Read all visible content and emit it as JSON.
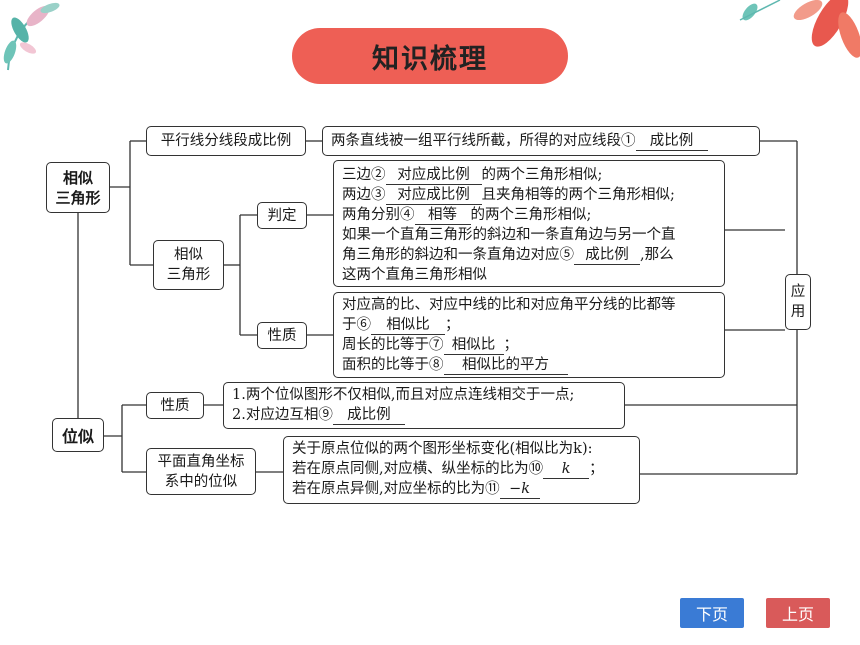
{
  "title": "知识梳理",
  "tree": {
    "root1": "相似三角形",
    "root1_lines": [
      "相似",
      "三角形"
    ],
    "root2": "位似",
    "apply": [
      "应",
      "用"
    ],
    "pingxing": {
      "label": "平行线分线段成比例",
      "text": "两条直线被一组平行线所截，所得的对应线段①",
      "blank1": "成比例"
    },
    "xiangsi_sjx": [
      "相似",
      "三角形"
    ],
    "panding": {
      "label": "判定",
      "l1a": "三边②",
      "l1b": "对应成比例",
      "l1c": "的两个三角形相似;",
      "l2a": "两边③",
      "l2b": "对应成比例",
      "l2c": "且夹角相等的两个三角形相似;",
      "l3a": "两角分别④",
      "l3b": "相等",
      "l3c": "的两个三角形相似;",
      "l4": "如果一个直角三角形的斜边和一条直角边与另一个直",
      "l5a": "角三角形的斜边和一条直角边对应⑤",
      "l5b": "成比例",
      "l5c": ",那么",
      "l6": "这两个直角三角形相似"
    },
    "xingzhi1": {
      "label": "性质",
      "l1": "对应高的比、对应中线的比和对应角平分线的比都等",
      "l2a": "于⑥",
      "l2b": "相似比",
      "l2c": "；",
      "l3a": "周长的比等于⑦",
      "l3b": "相似比",
      "l3c": "；",
      "l4a": "面积的比等于⑧",
      "l4b": "相似比的平方"
    },
    "xingzhi2": {
      "label": "性质",
      "l1": "1.两个位似图形不仅相似,而且对应点连线相交于一点;",
      "l2a": "2.对应边互相⑨",
      "l2b": "成比例"
    },
    "zuobiao": {
      "label": [
        "平面直角坐标",
        "系中的位似"
      ],
      "l1": "关于原点位似的两个图形坐标变化(相似比为k):",
      "l2a": "若在原点同侧,对应横、纵坐标的比为⑩",
      "l2b": "k",
      "l2c": "；",
      "l3a": "若在原点异侧,对应坐标的比为⑪",
      "l3b": "−k"
    }
  },
  "nav": {
    "next": "下页",
    "prev": "上页"
  },
  "colors": {
    "title_bg": "#ee5f55",
    "next_btn": "#3a7bd5",
    "prev_btn": "#d95a5a"
  }
}
